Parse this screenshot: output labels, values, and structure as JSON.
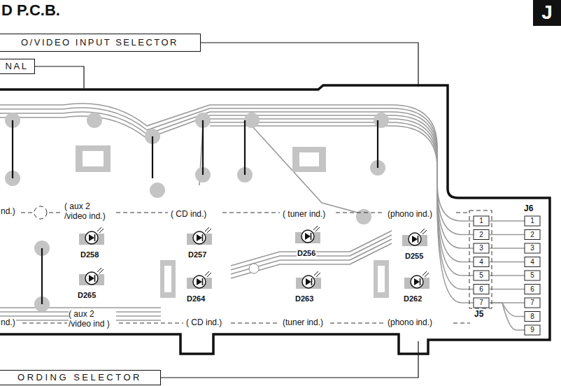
{
  "diagram": {
    "title": "D P.C.B.",
    "nodes": [
      {
        "text": [
          "J"
        ]
      },
      {
        "text": [
          "O/VIDEO INPUT SELECTOR"
        ]
      },
      {
        "text": [
          "NAL"
        ]
      },
      {
        "text": [
          "ORDING SELECTOR"
        ]
      }
    ],
    "labels": [
      "nd.)",
      "( aux 2 /video ind.)",
      "( CD ind.)",
      "( tuner ind.)",
      "(phono ind.)",
      "D258",
      "D257",
      "D256",
      "D255",
      "D265",
      "D264",
      "D263",
      "D262",
      "nd.)",
      "( aux 2 /video ind )",
      "( CD ind.)",
      "(tuner ind.)",
      "(phono ind.)",
      "J6",
      "1",
      "2",
      "3",
      "4",
      "5",
      "6",
      "7",
      "8",
      "9",
      "1",
      "2",
      "3",
      "4",
      "5",
      "6",
      "7",
      "J5"
    ]
  }
}
